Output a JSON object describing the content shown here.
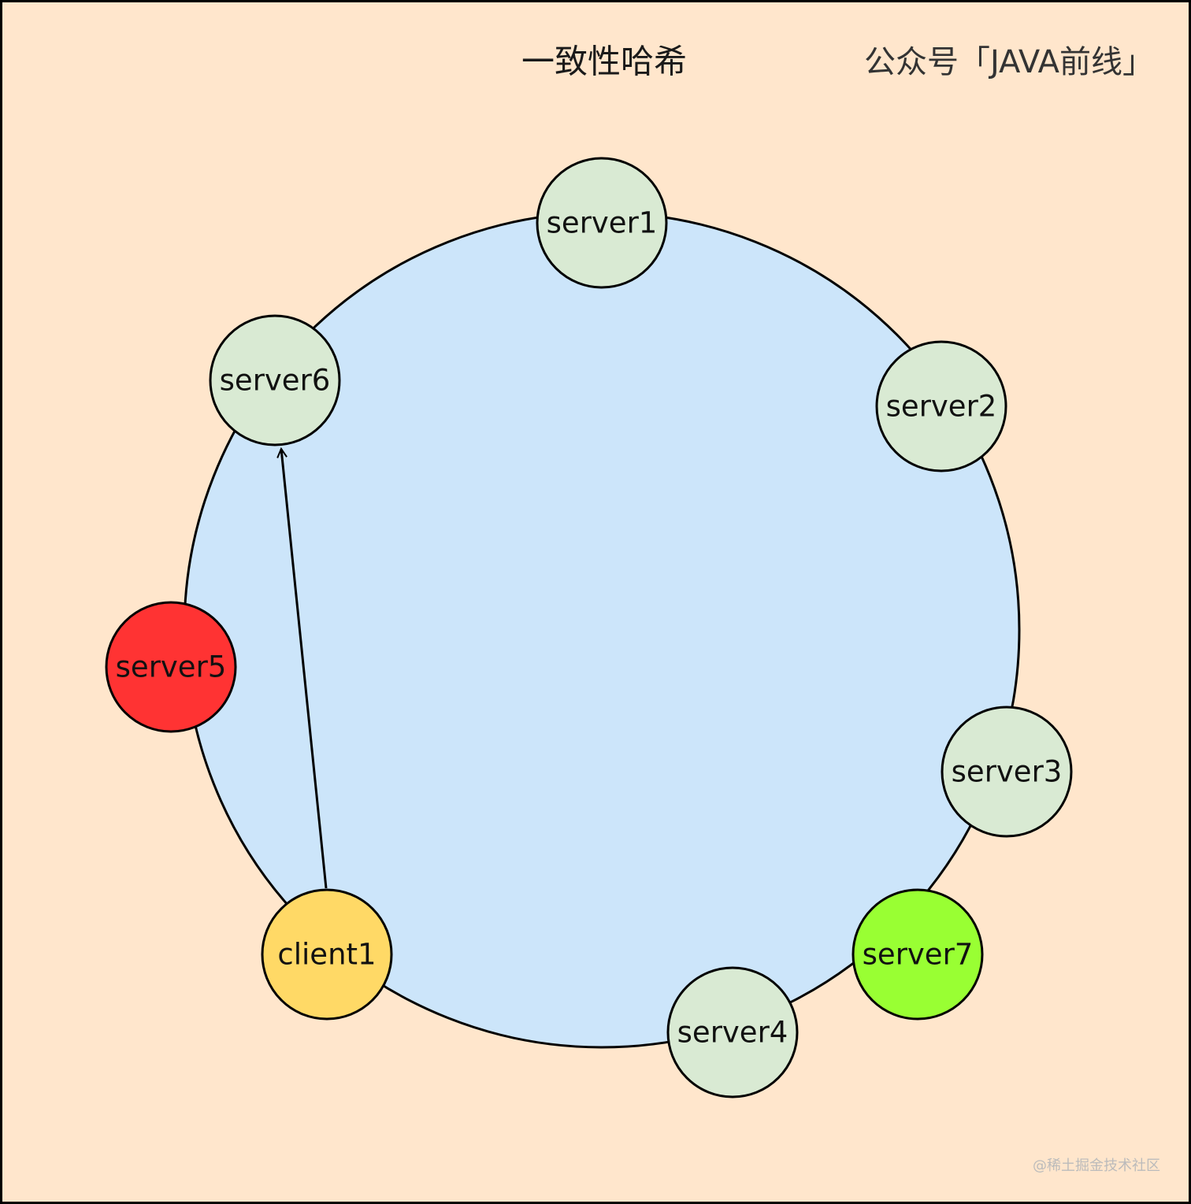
{
  "title": "一致性哈希",
  "account": "公众号「JAVA前线」",
  "watermark": "@稀土掘金技术社区",
  "colors": {
    "background": "#FFE6CC",
    "ring_fill": "#CCE5FA",
    "server_fill": "#D9EAD3",
    "removed_server_fill": "#FF3333",
    "added_server_fill": "#99FF33",
    "client_fill": "#FFD966",
    "stroke": "#000000"
  },
  "nodes": {
    "server1": "server1",
    "server2": "server2",
    "server3": "server3",
    "server4": "server4",
    "server5": "server5",
    "server6": "server6",
    "server7": "server7",
    "client1": "client1"
  },
  "edge": {
    "from": "client1",
    "to": "server6"
  }
}
